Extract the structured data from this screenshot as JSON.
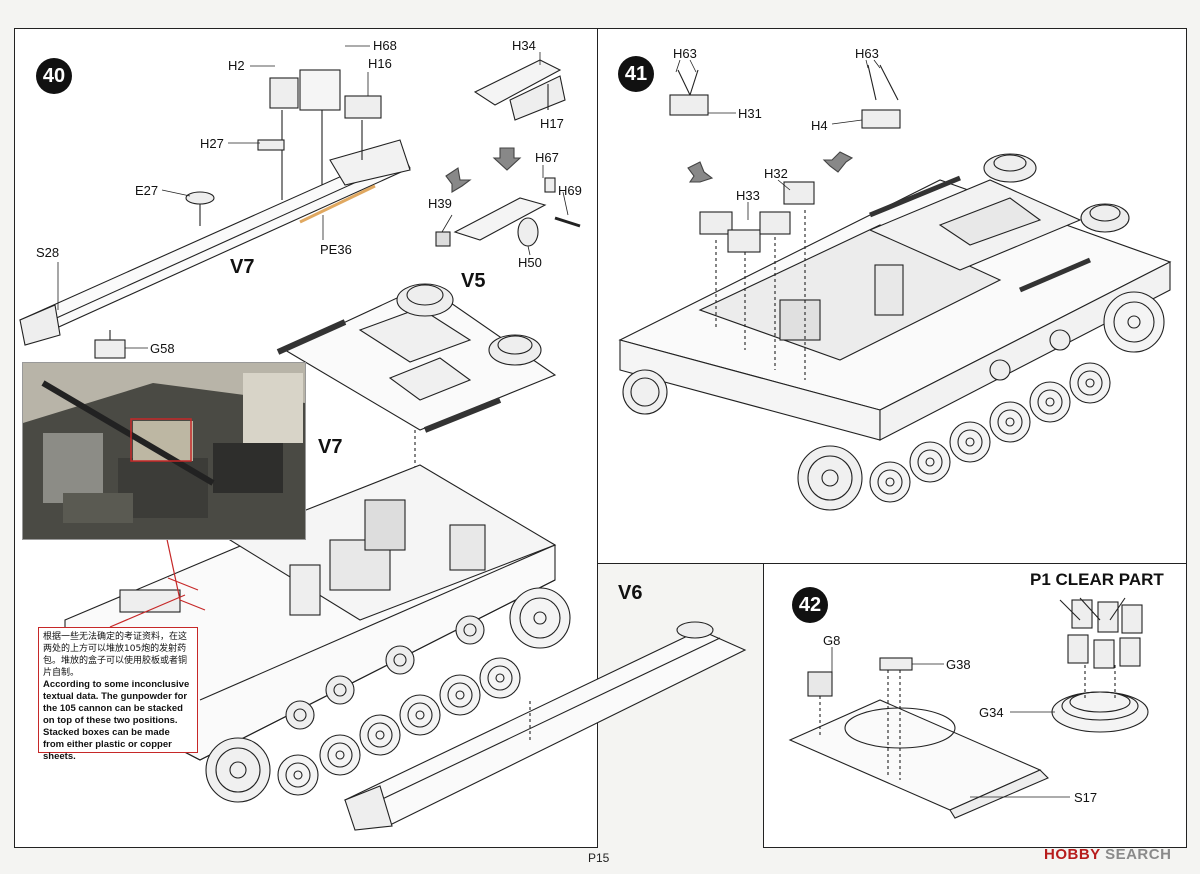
{
  "steps": {
    "step40": "40",
    "step41": "41",
    "step42": "42"
  },
  "parts40": {
    "H2": "H2",
    "H68": "H68",
    "H16": "H16",
    "H34": "H34",
    "H17": "H17",
    "H27": "H27",
    "H67": "H67",
    "E27": "E27",
    "H69": "H69",
    "H39": "H39",
    "PE36": "PE36",
    "H50": "H50",
    "S28": "S28",
    "G58": "G58"
  },
  "views40": {
    "v7a": "V7",
    "v5": "V5",
    "v7b": "V7",
    "v6": "V6"
  },
  "parts41": {
    "H63a": "H63",
    "H31": "H31",
    "H63b": "H63",
    "H4": "H4",
    "H32": "H32",
    "H33": "H33"
  },
  "parts42": {
    "G8": "G8",
    "G38": "G38",
    "G34": "G34",
    "S17": "S17",
    "clear_part": "P1 CLEAR PART"
  },
  "note": {
    "chinese": "根据一些无法确定的考证资料，在这两处的上方可以堆放105炮的发射药包。堆放的盒子可以使用胶板或者铜片自制。",
    "english": "According to some inconclusive textual data. The gunpowder for the 105 cannon can be stacked on top of these two positions. Stacked boxes can be made from either plastic or copper sheets."
  },
  "footer": {
    "page": "P15",
    "watermark_brand": "HOBBY",
    "watermark_rest": " SEARCH"
  },
  "colors": {
    "note_border": "#c62828",
    "ink": "#111111",
    "pe_part": "#e0a860"
  }
}
